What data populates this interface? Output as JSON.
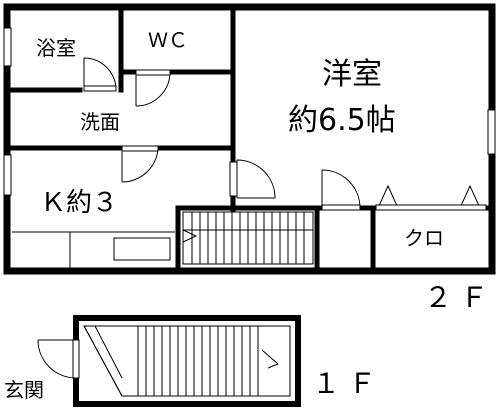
{
  "floorplan": {
    "rooms": {
      "bath": "浴室",
      "wc": "ＷＣ",
      "washroom": "洗面",
      "western_room": "洋室",
      "western_room_size": "約6.5帖",
      "kitchen": "Ｋ約３",
      "closet": "クロ",
      "entrance": "玄関"
    },
    "floors": {
      "upper": "２Ｆ",
      "lower": "１Ｆ"
    },
    "colors": {
      "wall": "#000000",
      "background": "#ffffff"
    }
  }
}
